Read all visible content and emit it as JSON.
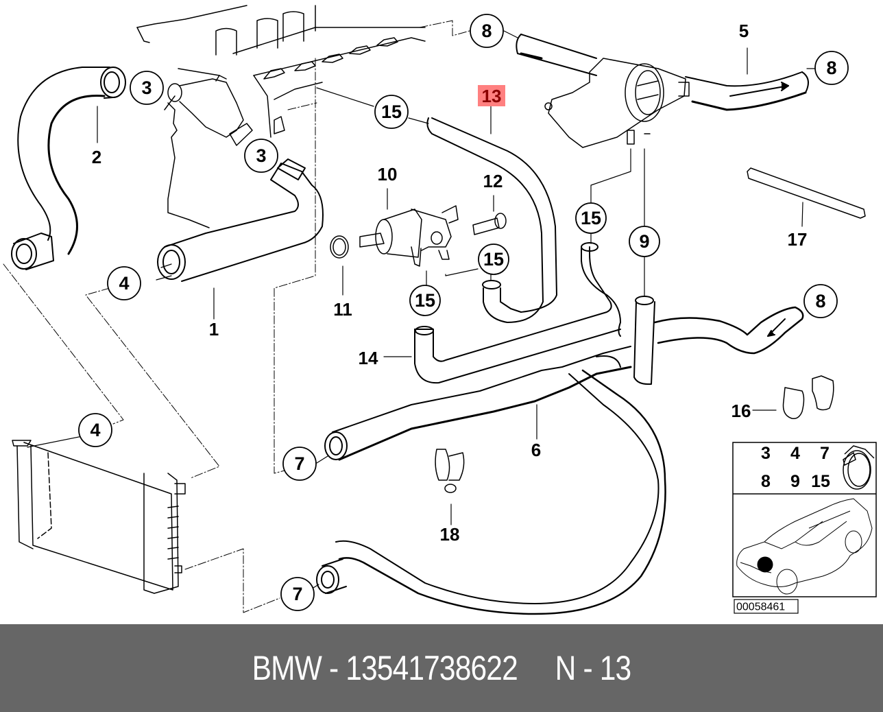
{
  "diagram": {
    "title": "Cooling system water hoses",
    "highlight_color": "#ff8080",
    "callouts": [
      {
        "id": "c3a",
        "label": "3"
      },
      {
        "id": "c3b",
        "label": "3"
      },
      {
        "id": "c4a",
        "label": "4"
      },
      {
        "id": "c4b",
        "label": "4"
      },
      {
        "id": "c7a",
        "label": "7"
      },
      {
        "id": "c7b",
        "label": "7"
      },
      {
        "id": "c8a",
        "label": "8"
      },
      {
        "id": "c8b",
        "label": "8"
      },
      {
        "id": "c8c",
        "label": "8"
      },
      {
        "id": "c9",
        "label": "9"
      },
      {
        "id": "c15a",
        "label": "15"
      },
      {
        "id": "c15b",
        "label": "15"
      },
      {
        "id": "c15c",
        "label": "15"
      },
      {
        "id": "c15d",
        "label": "15"
      }
    ],
    "part_labels": {
      "p1": "1",
      "p2": "2",
      "p5": "5",
      "p6": "6",
      "p10": "10",
      "p11": "11",
      "p12": "12",
      "p13": "13",
      "p14": "14",
      "p16": "16",
      "p17": "17",
      "p18": "18"
    },
    "legend_box": {
      "numbers_row1": [
        "3",
        "4",
        "7"
      ],
      "numbers_row2": [
        "8",
        "9",
        "15"
      ],
      "clamp_icon": "hose-clamp-icon",
      "car_icon": "car-location-icon"
    },
    "reference_number": "00058461"
  },
  "footer": {
    "brand": "BMW",
    "separator": " - ",
    "part_number": "13541738622",
    "position_prefix": "N",
    "position_number": "13",
    "full_text": "BMW - 13541738622     N - 13"
  }
}
